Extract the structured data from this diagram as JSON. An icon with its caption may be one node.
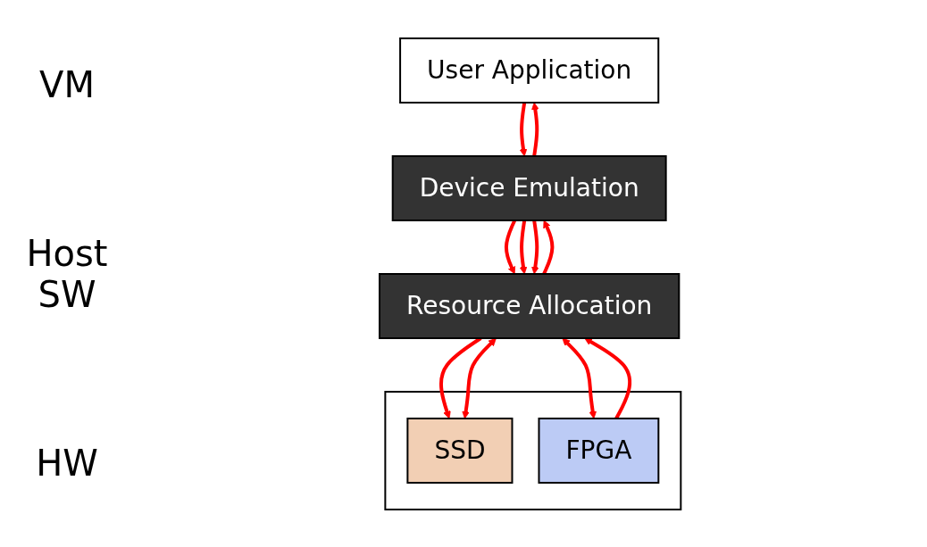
{
  "diagram": {
    "nodes": [
      {
        "text": [
          "User Application"
        ]
      },
      {
        "text": [
          "Device Emulation"
        ]
      },
      {
        "text": [
          "Resource Allocation"
        ]
      },
      {
        "text": [],
        "shape": "box"
      },
      {
        "text": [
          "SSD"
        ],
        "in": 3
      },
      {
        "text": [
          "FPGA"
        ],
        "in": 3
      }
    ],
    "edges": [
      {
        "from": 0,
        "to": 1,
        "arrow": "to"
      },
      {
        "from": 1,
        "to": 2,
        "arrow": "to"
      },
      {
        "from": 1,
        "to": 2,
        "arrow": "to"
      },
      {
        "from": 1,
        "to": 2,
        "arrow": "to"
      },
      {
        "from": 2,
        "to": 4,
        "arrow": "to"
      },
      {
        "from": 2,
        "to": 4,
        "arrow": "both"
      },
      {
        "from": 2,
        "to": 5,
        "arrow": "both"
      },
      {
        "from": 5,
        "to": 2,
        "arrow": "to"
      },
      {
        "from": 2,
        "to": 1,
        "arrow": "to"
      },
      {
        "from": 1,
        "to": 0,
        "arrow": "to"
      }
    ],
    "labels": [
      "VM",
      "Host SW",
      "HW"
    ]
  }
}
